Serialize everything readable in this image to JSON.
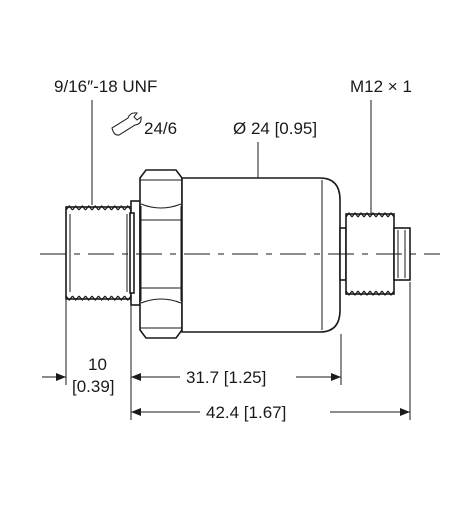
{
  "labels": {
    "thread_left": "9/16″-18 UNF",
    "wrench_size": "24/6",
    "diameter": "Ø 24 [0.95]",
    "thread_right": "M12 × 1",
    "dim_thread_length_mm": "10",
    "dim_thread_length_in": "[0.39]",
    "dim_body_length": "31.7 [1.25]",
    "dim_total_length": "42.4 [1.67]"
  },
  "icons": {
    "wrench": "wrench-icon"
  },
  "colors": {
    "stroke": "#1a1a1a",
    "background": "#ffffff"
  }
}
